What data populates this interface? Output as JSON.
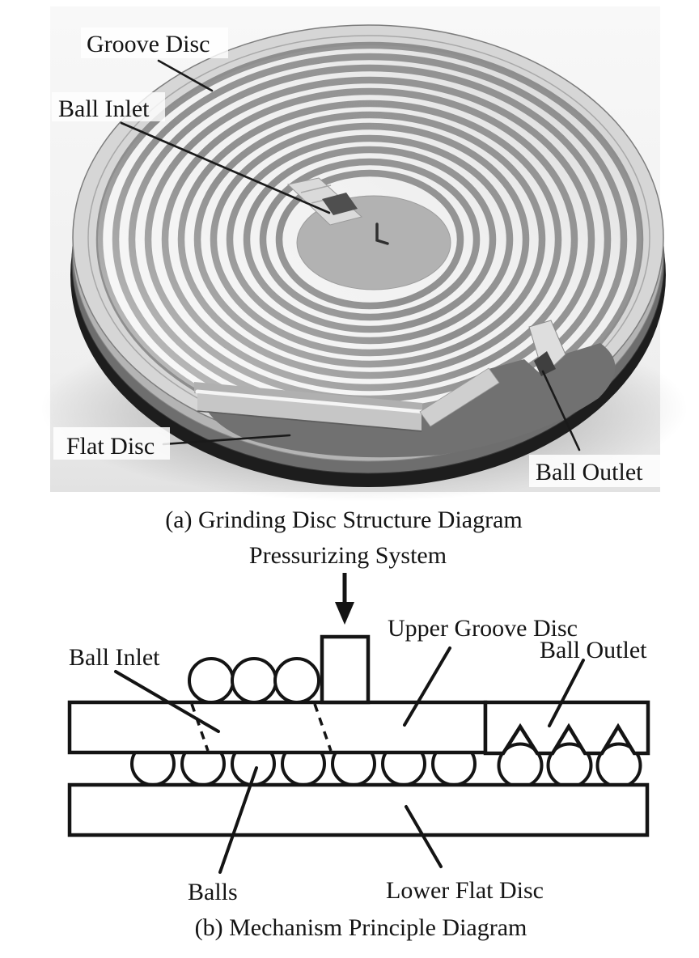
{
  "figure_a": {
    "caption": "(a) Grinding Disc Structure Diagram",
    "labels": {
      "groove_disc": "Groove Disc",
      "ball_inlet": "Ball Inlet",
      "flat_disc": "Flat Disc",
      "ball_outlet": "Ball Outlet"
    }
  },
  "figure_b": {
    "caption": "(b) Mechanism Principle Diagram",
    "labels": {
      "pressurizing_system": "Pressurizing System",
      "upper_groove_disc": "Upper Groove Disc",
      "ball_inlet": "Ball Inlet",
      "ball_outlet": "Ball Outlet",
      "balls": "Balls",
      "lower_flat_disc": "Lower Flat Disc"
    }
  },
  "colors": {
    "line": "#141414",
    "photo_background": "#efefef",
    "groove_gray": "#8e8e8e",
    "flat_disc_gray": "#717171",
    "base_dark": "#1d1d1d"
  }
}
